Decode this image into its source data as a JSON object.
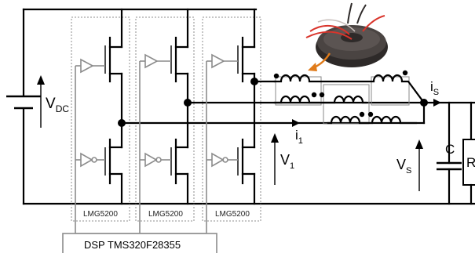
{
  "labels": {
    "vdc_main": "V",
    "vdc_sub": "DC",
    "module_1": "LMG5200",
    "module_2": "LMG5200",
    "module_3": "LMG5200",
    "controller": "DSP TMS320F28355",
    "i1_main": "i",
    "i1_sub": "1",
    "v1_main": "V",
    "v1_sub": "1",
    "is_main": "i",
    "is_sub": "S",
    "vs_main": "V",
    "vs_sub": "S",
    "capacitor": "C",
    "resistor": "R"
  },
  "colors": {
    "wire": "#000000",
    "gate_driver": "#8c8c8c",
    "arrow_orange": "#e07b1a",
    "magnetic_core": "#3a3533",
    "winding_lead": "#d9342b"
  }
}
